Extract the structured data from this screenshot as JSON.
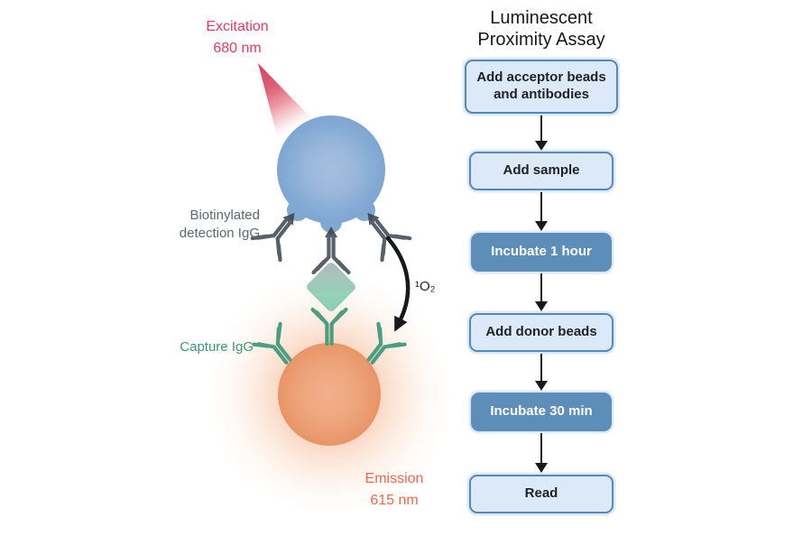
{
  "title": {
    "line1": "Luminescent",
    "line2": "Proximity Assay"
  },
  "flowchart": {
    "steps": [
      {
        "label": "Add acceptor beads and antibodies",
        "variant": "light"
      },
      {
        "label": "Add sample",
        "variant": "light"
      },
      {
        "label": "Incubate 1 hour",
        "variant": "dark"
      },
      {
        "label": "Add donor beads",
        "variant": "light"
      },
      {
        "label": "Incubate 30 min",
        "variant": "dark"
      },
      {
        "label": "Read",
        "variant": "light"
      }
    ]
  },
  "illustration": {
    "excitation": {
      "label": "Excitation",
      "value": "680 nm"
    },
    "emission": {
      "label": "Emission",
      "value": "615 nm"
    },
    "detection_antibody": {
      "line1": "Biotinylated",
      "line2": "detection IgG"
    },
    "capture_antibody": {
      "label": "Capture IgG"
    },
    "singlet_oxygen": {
      "label": "¹O₂"
    }
  },
  "colors": {
    "excitation_text": "#e13b5e",
    "emission_text": "#f0684a",
    "capture_text": "#3f9779",
    "detection_text": "#5d6871",
    "donor_bead_blue": "#7da6d1",
    "acceptor_bead_orange": "#ec9e73",
    "analyte_green": "#8bceb4",
    "antibody_gray": "#57616b",
    "antibody_green": "#4b9e80",
    "flow_light_fill": "#dbe9f8",
    "flow_dark_fill": "#5d8eba",
    "flow_border": "#5389bd",
    "arrow_black": "#17191b"
  }
}
